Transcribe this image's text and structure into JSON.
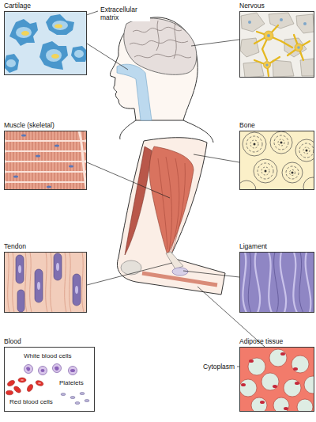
{
  "diagram": {
    "nodes": [
      {
        "text": [
          "Cartilage"
        ]
      },
      {
        "text": [
          "Nervous"
        ]
      },
      {
        "text": [
          "Muscle (skeletal)"
        ]
      },
      {
        "text": [
          "Bone"
        ]
      },
      {
        "text": [
          "Tendon"
        ]
      },
      {
        "text": [
          "Ligament"
        ]
      },
      {
        "text": [
          "Blood",
          "White blood cells",
          "Platelets",
          "Red blood cells"
        ]
      },
      {
        "text": [
          "Adipose tissue"
        ]
      }
    ],
    "labels": [
      "Extracellular matrix",
      "Cytoplasm"
    ]
  }
}
